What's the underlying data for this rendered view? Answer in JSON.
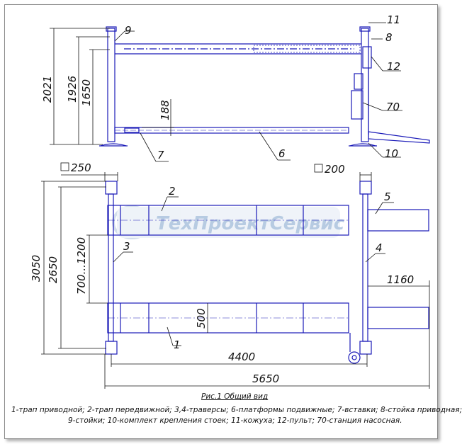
{
  "dims": {
    "d2021": "2021",
    "d1926": "1926",
    "d1650": "1650",
    "d188": "188",
    "d250": "250",
    "d200": "200",
    "d3050": "3050",
    "d2650": "2650",
    "d700_1200": "700...1200",
    "d500": "500",
    "d1160": "1160",
    "d4400": "4400",
    "d5650": "5650"
  },
  "labels": {
    "l1": "1",
    "l2": "2",
    "l3": "3",
    "l4": "4",
    "l5": "5",
    "l6": "6",
    "l7": "7",
    "l8": "8",
    "l9": "9",
    "l10": "10",
    "l11": "11",
    "l12": "12",
    "l70": "70"
  },
  "watermark": "ТехПроектСервис",
  "caption": {
    "title": "Рис.1 Общий вид",
    "line1": "1-трап приводной; 2-трап передвижной; 3,4-траверсы; 6-платформы подвижные; 7-вставки; 8-стойка приводная;",
    "line2": "9-стойки; 10-комплект крепления стоек; 11-кожуха; 12-пульт; 70-станция насосная."
  },
  "colors": {
    "drawing": "#1a1ab8",
    "dim": "#111111",
    "watermark": "#9fb7d6"
  }
}
